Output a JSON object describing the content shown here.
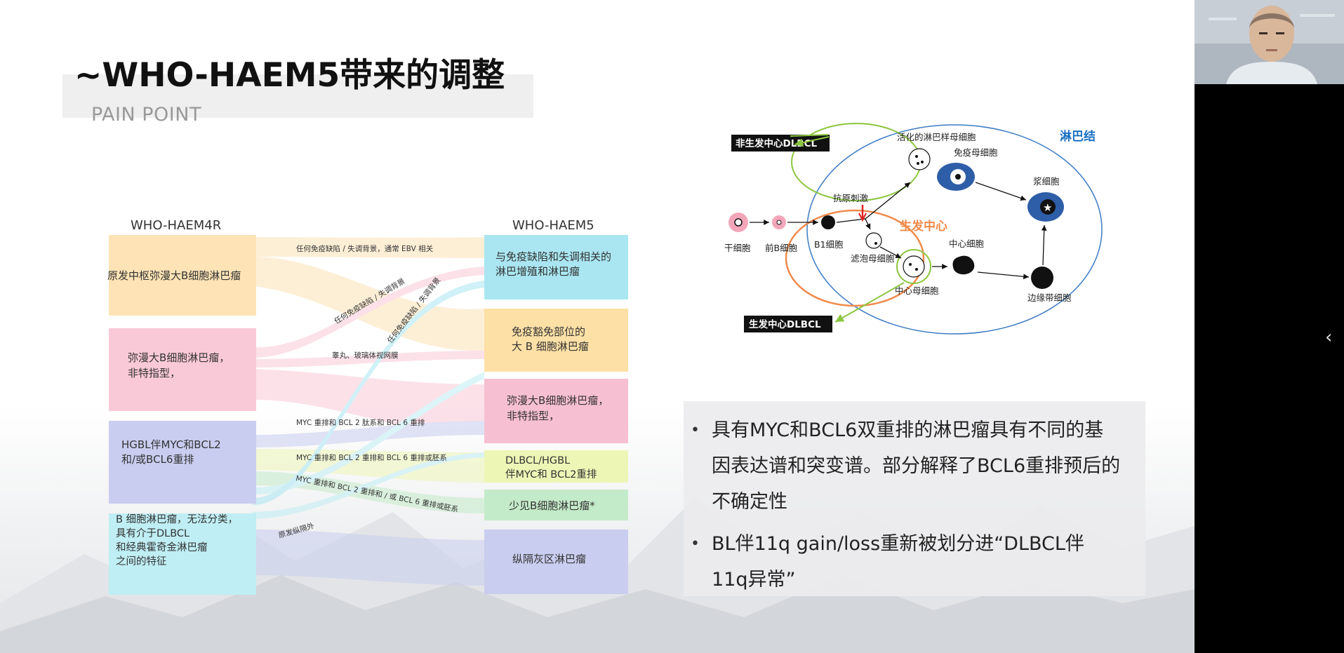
{
  "slide": {
    "title": "~WHO-HAEM5带来的调整",
    "subtitle": "PAIN POINT"
  },
  "sankey": {
    "left_header": "WHO-HAEM4R",
    "right_header": "WHO-HAEM5",
    "left_nodes": [
      {
        "label": [
          "原发中枢弥漫大B细胞淋巴瘤"
        ],
        "color": "#fde3b5"
      },
      {
        "label": [
          "弥漫大B细胞淋巴瘤，",
          "非特指型，"
        ],
        "color": "#fac9d8"
      },
      {
        "label": [
          "HGBL伴MYC和BCL2",
          "和/或BCL6重排"
        ],
        "color": "#c9cdef"
      },
      {
        "label": [
          "B 细胞淋巴瘤，无法分类，",
          "具有介于DLBCL",
          "和经典霍奇金淋巴瘤",
          "之间的特征"
        ],
        "color": "#bfeef4"
      }
    ],
    "right_nodes": [
      {
        "label": [
          "与免疫缺陷和失调相关的",
          "淋巴增殖和淋巴瘤"
        ],
        "color": "#a9e6f1"
      },
      {
        "label": [
          "免疫豁免部位的",
          "大 B 细胞淋巴瘤"
        ],
        "color": "#fde0a6"
      },
      {
        "label": [
          "弥漫大B细胞淋巴瘤，",
          "非特指型，"
        ],
        "color": "#f7bfd2"
      },
      {
        "label": [
          "DLBCL/HGBL",
          "伴MYC和 BCL2重排"
        ],
        "color": "#eef6b6"
      },
      {
        "label": [
          "少见B细胞淋巴瘤*"
        ],
        "color": "#c4ebc9"
      },
      {
        "label": [
          "纵隔灰区淋巴瘤"
        ],
        "color": "#c9cdef"
      }
    ],
    "flow_labels": [
      "任何免疫缺陷 / 失调背景，通常 EBV 相关",
      "任何免疫缺陷 / 失调背景",
      "任何免疫缺陷 / 失调背景",
      "睾丸、玻璃体视网膜",
      "MYC 重排和 BCL 2 肽系和 BCL 6 重排",
      "MYC 重排和 BCL 2 重排和 BCL 6 重排或胚系",
      "MYC 重排和 BCL 2 重排和 / 或 BCL 6 重排或胚系",
      "原发纵隔外"
    ]
  },
  "diagram": {
    "outer_label": "淋巴结",
    "gc_label": "生发中心",
    "non_gc_dlbcl": "非生发中心DLBCL",
    "gc_dlbcl": "生发中心DLBCL",
    "cells": {
      "stem": "干细胞",
      "pre_b": "前B细胞",
      "b1": "B1细胞",
      "antigen": "抗原刺激",
      "activated": "活化的淋巴样母细胞",
      "immunoblast": "免疫母细胞",
      "plasma": "浆细胞",
      "follicular": "滤泡母细胞",
      "centrocyte": "中心细胞",
      "centroblast": "中心母细胞",
      "marginal": "边缘带细胞"
    }
  },
  "bullets": {
    "b1_lines": [
      "具有MYC和BCL6双重排的淋巴瘤具有不同的基",
      "因表达谱和突变谱。部分解释了BCL6重排预后的",
      "不确定性"
    ],
    "b2_lines": [
      "BL伴11q gain/loss重新被划分进“DLBCL伴",
      "11q异常”"
    ]
  },
  "colors": {
    "orange": "#f08a4b",
    "green": "#8cc63f",
    "blue_ellipse": "#3b7bc4",
    "node_blue": "#2f5ea8",
    "label_blue": "#1a6fc1"
  }
}
